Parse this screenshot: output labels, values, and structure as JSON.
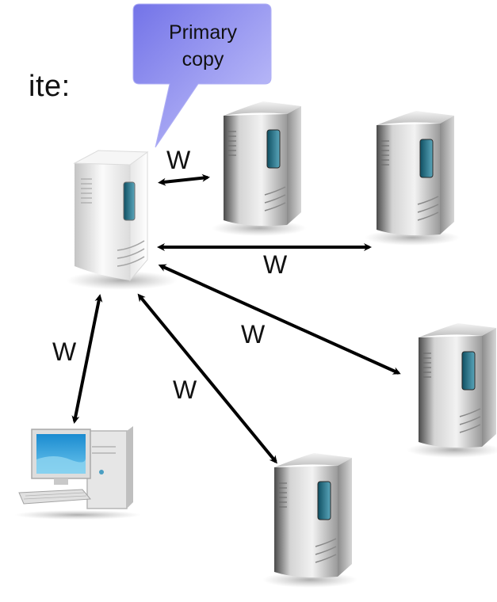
{
  "heading_fragment": "ite:",
  "bubble": {
    "line1": "Primary",
    "line2": "copy",
    "fill_color": "#8f8ff2"
  },
  "write_label": "W",
  "arrow_color": "#000000",
  "nodes": {
    "primary": "server-icon",
    "replicas": [
      "server-icon",
      "server-icon",
      "server-icon",
      "server-icon"
    ],
    "client": "desktop-computer-icon"
  }
}
